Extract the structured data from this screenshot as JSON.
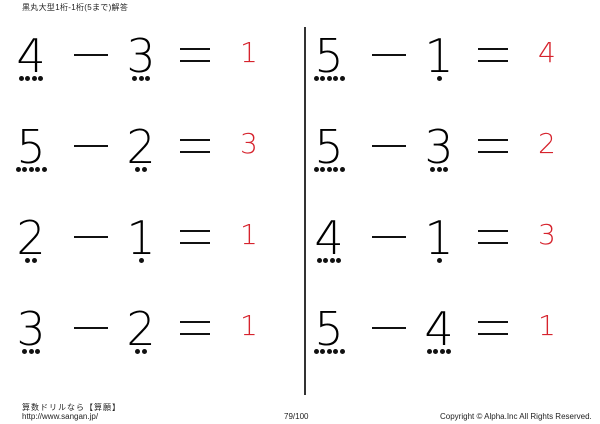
{
  "header": {
    "title": "黒丸大型1桁-1桁(5まで)解答"
  },
  "colors": {
    "answer": "#d6232d",
    "ink": "#111111"
  },
  "problems": [
    {
      "a": "4",
      "a_dots": 4,
      "op": "minus",
      "b": "3",
      "b_dots": 3,
      "answer": "1"
    },
    {
      "a": "5",
      "a_dots": 5,
      "op": "minus",
      "b": "2",
      "b_dots": 2,
      "answer": "3"
    },
    {
      "a": "2",
      "a_dots": 2,
      "op": "minus",
      "b": "1",
      "b_dots": 1,
      "answer": "1"
    },
    {
      "a": "3",
      "a_dots": 3,
      "op": "minus",
      "b": "2",
      "b_dots": 2,
      "answer": "1"
    },
    {
      "a": "5",
      "a_dots": 5,
      "op": "minus",
      "b": "1",
      "b_dots": 1,
      "answer": "4"
    },
    {
      "a": "5",
      "a_dots": 5,
      "op": "minus",
      "b": "3",
      "b_dots": 3,
      "answer": "2"
    },
    {
      "a": "4",
      "a_dots": 4,
      "op": "minus",
      "b": "1",
      "b_dots": 1,
      "answer": "3"
    },
    {
      "a": "5",
      "a_dots": 5,
      "op": "minus",
      "b": "4",
      "b_dots": 4,
      "answer": "1"
    }
  ],
  "footer": {
    "title": "算数ドリルなら【算願】",
    "url": "http://www.sangan.jp/",
    "page": "79/100",
    "copyright": "Copyright © Alpha.Inc All Rights Reserved."
  }
}
